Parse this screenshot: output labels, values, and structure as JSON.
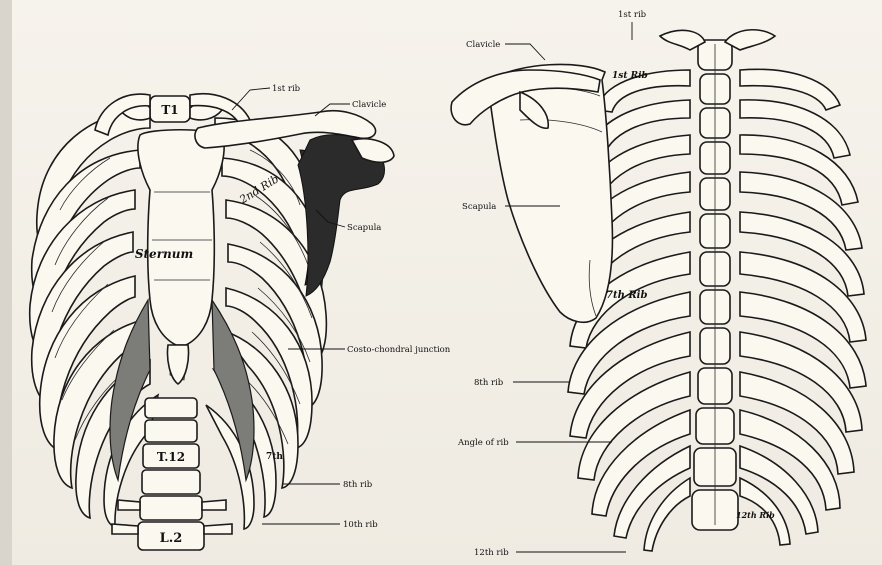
{
  "anterior": {
    "labels": {
      "t1": "T1",
      "first_rib": "1st rib",
      "clavicle": "Clavicle",
      "second_rib": "2nd Rib",
      "sternum": "Sternum",
      "scapula": "Scapula",
      "costochondral": "Costo-chondral junction",
      "seventh_rib": "7th",
      "eighth_rib": "8th rib",
      "tenth_rib": "10th rib",
      "t12": "T.12",
      "l2": "L.2"
    }
  },
  "posterior": {
    "labels": {
      "first_rib": "1st rib",
      "clavicle": "Clavicle",
      "first_rib_bone": "1st Rib",
      "scapula": "Scapula",
      "seventh_rib": "7th Rib",
      "eighth_rib": "8th rib",
      "angle_of_rib": "Angle of rib",
      "twelfth_rib": "12th rib",
      "twelfth_rib_bone": "12th Rib"
    }
  },
  "colors": {
    "ink": "#111111",
    "paper": "#f4f1ea",
    "cartilage": "#7c7c78"
  }
}
